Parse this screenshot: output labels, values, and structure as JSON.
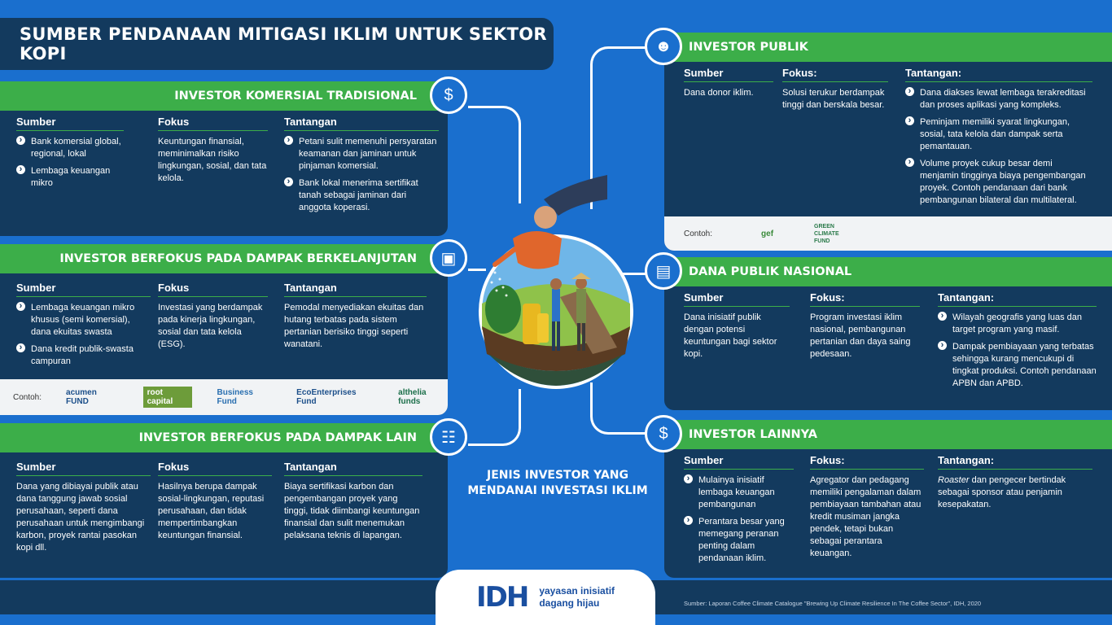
{
  "title": "SUMBER PENDANAAN MITIGASI IKLIM UNTUK SEKTOR KOPI",
  "center_title": [
    "JENIS INVESTOR YANG",
    "MENDANAI INVESTASI IKLIM"
  ],
  "sections": {
    "komersial": {
      "heading": "INVESTOR KOMERSIAL TRADISIONAL",
      "sumber_label": "Sumber",
      "sumber": [
        "Bank komersial global, regional, lokal",
        "Lembaga keuangan mikro"
      ],
      "fokus_label": "Fokus",
      "fokus": "Keuntungan finansial, meminimalkan risiko lingkungan, sosial, dan tata kelola.",
      "tantangan_label": "Tantangan",
      "tantangan": [
        "Petani sulit memenuhi persyaratan keamanan dan jaminan untuk pinjaman komersial.",
        "Bank lokal menerima sertifikat tanah sebagai jaminan dari anggota koperasi."
      ]
    },
    "berkelanjutan": {
      "heading": "INVESTOR BERFOKUS PADA DAMPAK BERKELANJUTAN",
      "sumber_label": "Sumber",
      "sumber": [
        "Lembaga keuangan mikro khusus (semi komersial), dana ekuitas swasta",
        "Dana kredit publik-swasta campuran"
      ],
      "fokus_label": "Fokus",
      "fokus": "Investasi yang berdampak pada kinerja lingkungan, sosial dan tata kelola (ESG).",
      "tantangan_label": "Tantangan",
      "tantangan": "Pemodal menyediakan ekuitas dan hutang terbatas pada sistem pertanian berisiko tinggi seperti wanatani.",
      "contoh_label": "Contoh:",
      "logos": [
        "acumen FUND",
        "root capital",
        "Business Fund",
        "EcoEnterprises Fund",
        "althelia funds"
      ]
    },
    "lain": {
      "heading": "INVESTOR BERFOKUS PADA DAMPAK LAIN",
      "sumber_label": "Sumber",
      "sumber": "Dana yang dibiayai publik atau dana tanggung jawab sosial perusahaan, seperti dana perusahaan untuk mengimbangi karbon, proyek rantai pasokan kopi dll.",
      "fokus_label": "Fokus",
      "fokus": "Hasilnya berupa dampak sosial-lingkungan, reputasi perusahaan, dan tidak mempertimbangkan keuntungan finansial.",
      "tantangan_label": "Tantangan",
      "tantangan": "Biaya sertifikasi karbon dan pengembangan proyek yang tinggi, tidak diimbangi keuntungan finansial dan sulit menemukan pelaksana teknis di lapangan."
    },
    "publik": {
      "heading": "INVESTOR PUBLIK",
      "sumber_label": "Sumber",
      "sumber": "Dana donor iklim.",
      "fokus_label": "Fokus:",
      "fokus": "Solusi terukur berdampak tinggi dan berskala besar.",
      "tantangan_label": "Tantangan:",
      "tantangan": [
        "Dana diakses lewat lembaga terakreditasi dan proses aplikasi yang kompleks.",
        "Peminjam memiliki syarat lingkungan, sosial, tata kelola dan dampak serta pemantauan.",
        "Volume proyek cukup besar demi menjamin tingginya biaya pengembangan proyek. Contoh pendanaan dari  bank pembangunan bilateral dan multilateral."
      ],
      "contoh_label": "Contoh:",
      "logos": [
        "gef",
        "GREEN CLIMATE FUND"
      ]
    },
    "nasional": {
      "heading": "DANA PUBLIK NASIONAL",
      "sumber_label": "Sumber",
      "sumber": "Dana inisiatif publik dengan potensi keuntungan bagi sektor kopi.",
      "fokus_label": "Fokus:",
      "fokus": "Program investasi iklim nasional, pembangunan pertanian dan daya saing pedesaan.",
      "tantangan_label": "Tantangan:",
      "tantangan": [
        "Wilayah geografis yang luas dan target program yang masif.",
        "Dampak pembiayaan yang terbatas sehingga kurang mencukupi di tingkat produksi. Contoh pendanaan APBN dan APBD."
      ]
    },
    "lainnya": {
      "heading": "INVESTOR LAINNYA",
      "sumber_label": "Sumber",
      "sumber": [
        "Mulainya inisiatif lembaga keuangan pembangunan",
        "Perantara besar yang memegang peranan penting dalam pendanaan iklim."
      ],
      "fokus_label": "Fokus:",
      "fokus": "Agregator dan pedagang memiliki pengalaman dalam pembiayaan tambahan atau kredit musiman jangka pendek, tetapi bukan sebagai perantara keuangan.",
      "tantangan_label": "Tantangan:",
      "tantangan_em": "Roaster",
      "tantangan_rest": " dan pengecer bertindak sebagai sponsor atau penjamin kesepakatan."
    }
  },
  "brand": {
    "mark": "IDH",
    "tag1": "yayasan inisiatif",
    "tag2": "dagang hijau"
  },
  "source": "Sumber: Laporan Coffee Climate Catalogue \"Brewing Up Climate Resilience In The Coffee Sector\", IDH, 2020",
  "colors": {
    "blue": "#1a6fce",
    "navy": "#133a5e",
    "green": "#3cae49"
  },
  "icons": [
    "money-hands-icon",
    "city-plant-icon",
    "thermometer-icon",
    "people-hands-icon",
    "banknote-icon",
    "money-bag-icon"
  ]
}
